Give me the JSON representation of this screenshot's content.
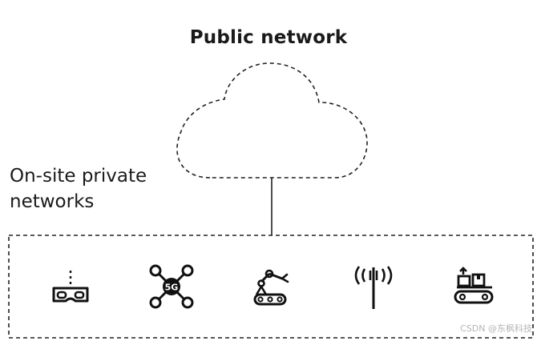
{
  "title": "Public network",
  "side_label": {
    "line1": "On-site private",
    "line2": "networks"
  },
  "drone_badge": "5G",
  "watermark": "CSDN @东枫科技",
  "icons": [
    "vr-headset-icon",
    "drone-5g-icon",
    "robot-arm-icon",
    "antenna-mast-icon",
    "conveyor-icon"
  ]
}
